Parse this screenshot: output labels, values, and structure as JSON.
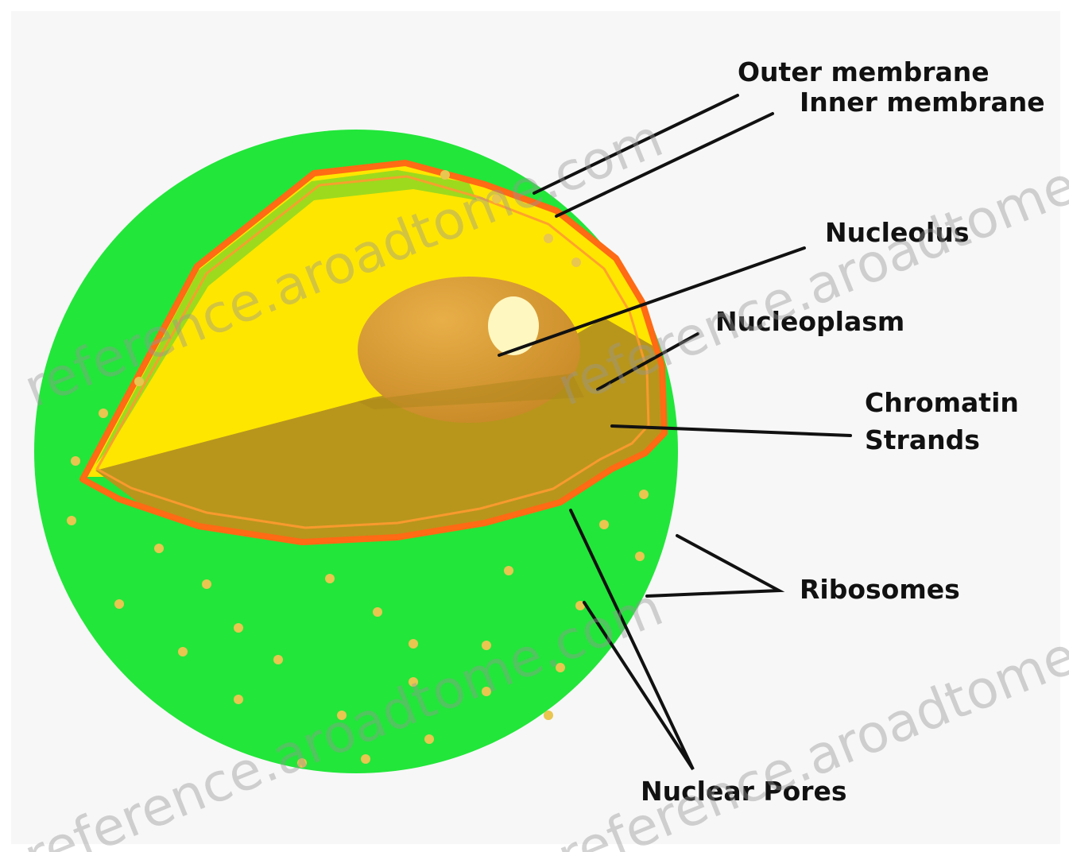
{
  "labels": {
    "outer_membrane": "Outer membrane",
    "inner_membrane": "Inner membrane",
    "nucleolus": "Nucleolus",
    "nucleoplasm": "Nucleoplasm",
    "chromatin_strands": "Chromatin\nStrands",
    "ribosomes": "Ribosomes",
    "nuclear_pores": "Nuclear Pores"
  },
  "watermark": "reference.aroadtome.com",
  "colors": {
    "outer_sphere": "#22e63a",
    "cutaway_yellow": "#ffe600",
    "cutaway_floor": "#b8961c",
    "nucleolus": "#d69a32",
    "membrane": "#ff6a14",
    "ribosome_dots": "#e8c650",
    "leader_lines": "#111111"
  }
}
